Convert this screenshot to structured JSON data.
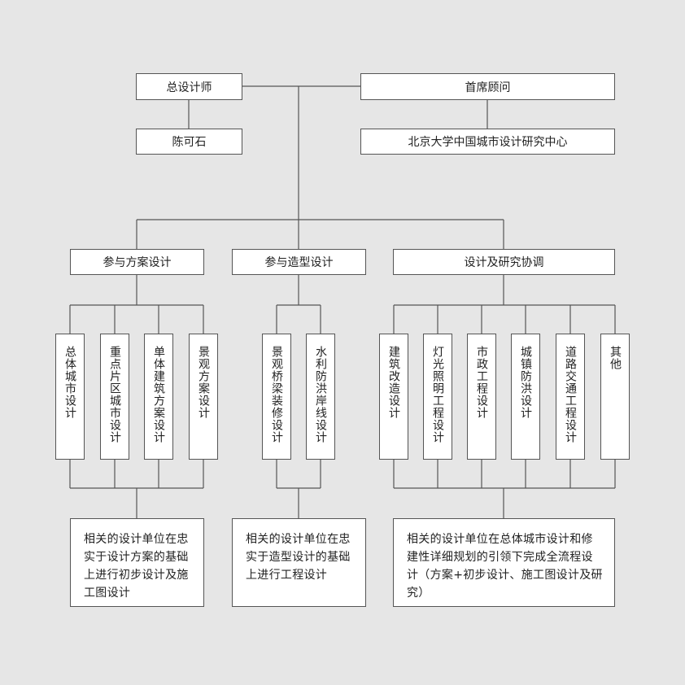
{
  "top": {
    "chief_designer": "总设计师",
    "chief_designer_name": "陈可石",
    "advisor": "首席顾问",
    "advisor_org": "北京大学中国城市设计研究中心"
  },
  "groups": [
    {
      "title": "参与方案设计",
      "items": [
        "总体城市设计",
        "重点片区城市设计",
        "单体建筑方案设计",
        "景观方案设计"
      ],
      "note": "相关的设计单位在忠实于设计方案的基础上进行初步设计及施工图设计"
    },
    {
      "title": "参与造型设计",
      "items": [
        "景观桥梁装修设计",
        "水利防洪岸线设计"
      ],
      "note": "相关的设计单位在忠实于造型设计的基础上进行工程设计"
    },
    {
      "title": "设计及研究协调",
      "items": [
        "建筑改造设计",
        "灯光照明工程设计",
        "市政工程设计",
        "城镇防洪设计",
        "道路交通工程设计",
        "其他"
      ],
      "note": "相关的设计单位在总体城市设计和修建性详细规划的引领下完成全流程设计（方案+初步设计、施工图设计及研究）"
    }
  ]
}
